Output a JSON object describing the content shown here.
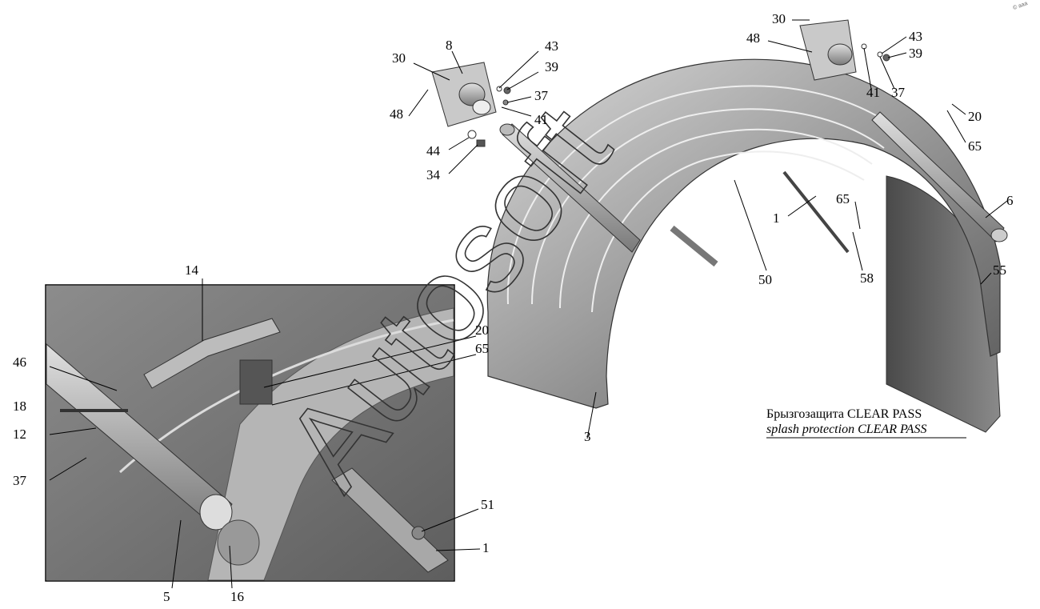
{
  "caption": {
    "ru": "Брызгозащита CLEAR PASS",
    "en": "splash protection CLEAR PASS"
  },
  "watermark": "Autosoft",
  "corner_mark": "© ааа",
  "main_labels": [
    "30",
    "8",
    "43",
    "39",
    "37",
    "41",
    "48",
    "44",
    "34",
    "30",
    "48",
    "43",
    "39",
    "41",
    "37",
    "20",
    "65",
    "6",
    "1",
    "65",
    "50",
    "58",
    "55",
    "3"
  ],
  "inset_labels": [
    "14",
    "46",
    "18",
    "12",
    "37",
    "20",
    "65",
    "51",
    "1",
    "5",
    "16"
  ]
}
